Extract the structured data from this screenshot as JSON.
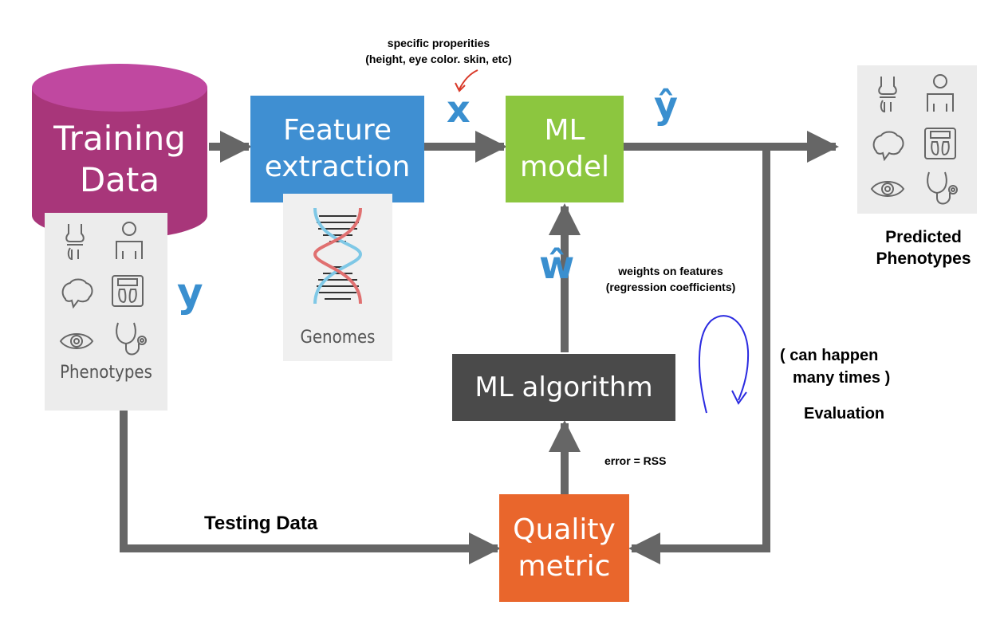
{
  "nodes": {
    "training_data": {
      "line1": "Training",
      "line2": "Data",
      "color": "#a8367a"
    },
    "feature_extraction": {
      "line1": "Feature",
      "line2": "extraction",
      "color": "#3f8fd2"
    },
    "ml_model": {
      "line1": "ML",
      "line2": "model",
      "color": "#8cc63f"
    },
    "ml_algorithm": {
      "label": "ML algorithm",
      "color": "#4a4a4a"
    },
    "quality_metric": {
      "line1": "Quality",
      "line2": "metric",
      "color": "#e9662c"
    }
  },
  "symbols": {
    "x": "x",
    "y_hat": "ŷ",
    "w_hat": "ŵ",
    "y": "y",
    "color": "#3a8fcf"
  },
  "annotations": {
    "specific_line1": "specific properities",
    "specific_line2": "(height, eye color. skin, etc)",
    "weights_line1": "weights on features",
    "weights_line2": "(regression coefficients)",
    "happen_line1": "( can happen",
    "happen_line2": "many times )",
    "evaluation": "Evaluation",
    "error": "error = RSS",
    "testing_data": "Testing Data",
    "predicted_line1": "Predicted",
    "predicted_line2": "Phenotypes"
  },
  "captions": {
    "phenotypes": "Phenotypes",
    "genomes": "Genomes"
  },
  "icons": [
    "knee-joint-icon",
    "person-icon",
    "brain-icon",
    "weight-scale-icon",
    "eye-icon",
    "stethoscope-icon"
  ],
  "colors": {
    "arrow": "#666666",
    "panel": "#ececec",
    "pen_red": "#d93a2a",
    "pen_blue": "#2a2ae0"
  }
}
